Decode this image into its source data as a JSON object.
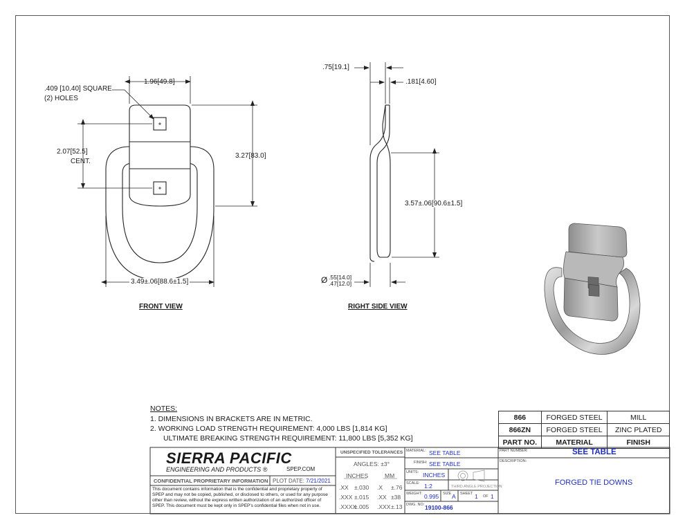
{
  "front_view": {
    "title": "FRONT VIEW",
    "dim_width_top": "1.96",
    "dim_width_top_mm": "49.8",
    "hole_note_line1": ".409 [10.40] SQUARE",
    "hole_note_line2": "(2) HOLES",
    "dim_center": "2.07",
    "dim_center_mm": "52.5",
    "dim_center_note": "CENT.",
    "dim_height": "3.27",
    "dim_height_mm": "83.0",
    "dim_width": "3.49±.06",
    "dim_width_mm": "88.6±1.5"
  },
  "side_view": {
    "title": "RIGHT SIDE VIEW",
    "dim_offset": ".75",
    "dim_offset_mm": "19.1",
    "dim_thickness": ".181",
    "dim_thickness_mm": "4.60",
    "dim_length": "3.57±.06",
    "dim_length_mm": "90.6±1.5",
    "dia_symbol": "Ø",
    "dia_max": ".55",
    "dia_max_mm": "14.0",
    "dia_min": ".47",
    "dia_min_mm": "12.0"
  },
  "notes": {
    "heading": "NOTES:",
    "items": [
      "1.  DIMENSIONS IN BRACKETS ARE IN METRIC.",
      "2.  WORKING LOAD STRENGTH REQUIREMENT: 4,000 LBS [1,814 KG]",
      "ULTIMATE BREAKING STRENGTH REQUIREMENT: 11,800 LBS [5,352 KG]"
    ]
  },
  "material_table": {
    "rows": [
      [
        "866",
        "FORGED STEEL",
        "MILL"
      ],
      [
        "866ZN",
        "FORGED STEEL",
        "ZINC PLATED"
      ]
    ],
    "headers": [
      "PART NO.",
      "MATERIAL",
      "FINISH"
    ]
  },
  "title_block": {
    "company": "SIERRA PACIFIC",
    "company_sub": "ENGINEERING AND PRODUCTS",
    "registered": "®",
    "website": "SPEP.COM",
    "confidential_heading": "CONFIDENTIAL PROPRIETARY INFORMATION",
    "plot_date_label": "PLOT DATE:",
    "plot_date": "7/21/2021",
    "confidential_text": "This document contains information that is the confidential and proprietary property of SPEP and may not be copied, published, or disclosed to others, or used for any purpose other than review, without the express written authorization of an authorized officer of SPEP. This document must be kept only in SPEP's confidential files when not in use.",
    "tolerances": {
      "heading": "UNSPECIFIED TOLERANCES",
      "angles": "ANGLES: ±3°",
      "inches_label": "INCHES",
      "mm_label": "MM",
      "inch_rows": [
        [
          ".XX",
          "±.030"
        ],
        [
          ".XXX",
          "±.015"
        ],
        [
          ".XXXX",
          "±.005"
        ]
      ],
      "mm_rows": [
        [
          ".X",
          "±.76"
        ],
        [
          ".XX",
          "±38"
        ],
        [
          ".XXX",
          "±.13"
        ]
      ]
    },
    "material_label": "MATERIAL:",
    "material_value": "SEE TABLE",
    "finish_label": "FINISH:",
    "finish_value": "SEE TABLE",
    "units_label": "UNITS:",
    "units_value": "INCHES",
    "scale_label": "SCALE:",
    "scale_value": "1:2",
    "projection_label": "THIRD ANGLE PROJECTION",
    "weight_label": "WEIGHT:",
    "weight_value": "0.995",
    "size_label": "SIZE",
    "size_value": "A",
    "sheet_label": "SHEET",
    "sheet_value": "1",
    "of_label": "OF",
    "sheet_total": "1",
    "dwg_label": "DWG. NO:",
    "dwg_value": "19100-866",
    "part_number_label": "PART NUMBER:",
    "part_number_value": "SEE TABLE",
    "description_label": "DESCRIPTION:",
    "description_value": "FORGED TIE DOWNS"
  }
}
